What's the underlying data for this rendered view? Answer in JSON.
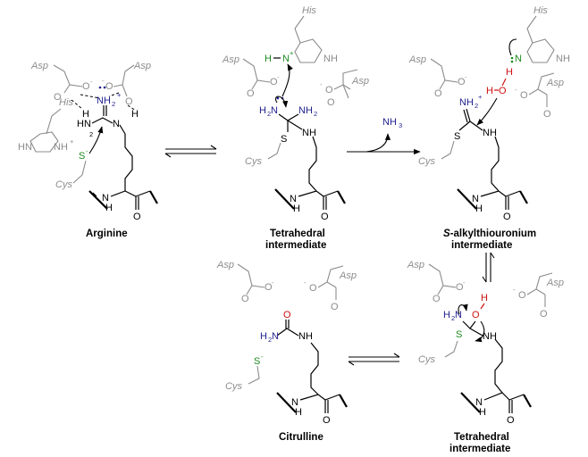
{
  "captions": {
    "arginine": "Arginine",
    "tetra1_line1": "Tetrahedral",
    "tetra1_line2": "intermediate",
    "salkyl_prefix": "S",
    "salkyl_line1": "-alkylthiouronium",
    "salkyl_line2": "intermediate",
    "citrulline": "Citrulline",
    "tetra2_line1": "Tetrahedral",
    "tetra2_line2": "intermediate"
  },
  "labels": {
    "his": "His",
    "asp": "Asp",
    "cys": "Cys",
    "nh3": "NH",
    "nh3_sub": "3",
    "nh2": "NH",
    "h2n": "H",
    "n": "N",
    "h": "H",
    "o": "O",
    "s": "S",
    "nh": "NH",
    "minus": "-",
    "plus": "+",
    "sub2": "2"
  },
  "colors": {
    "gray": "#8c8c8c",
    "blue": "#1f1f8f",
    "green": "#1d8a1d",
    "red": "#cc1111",
    "black": "#000000"
  }
}
